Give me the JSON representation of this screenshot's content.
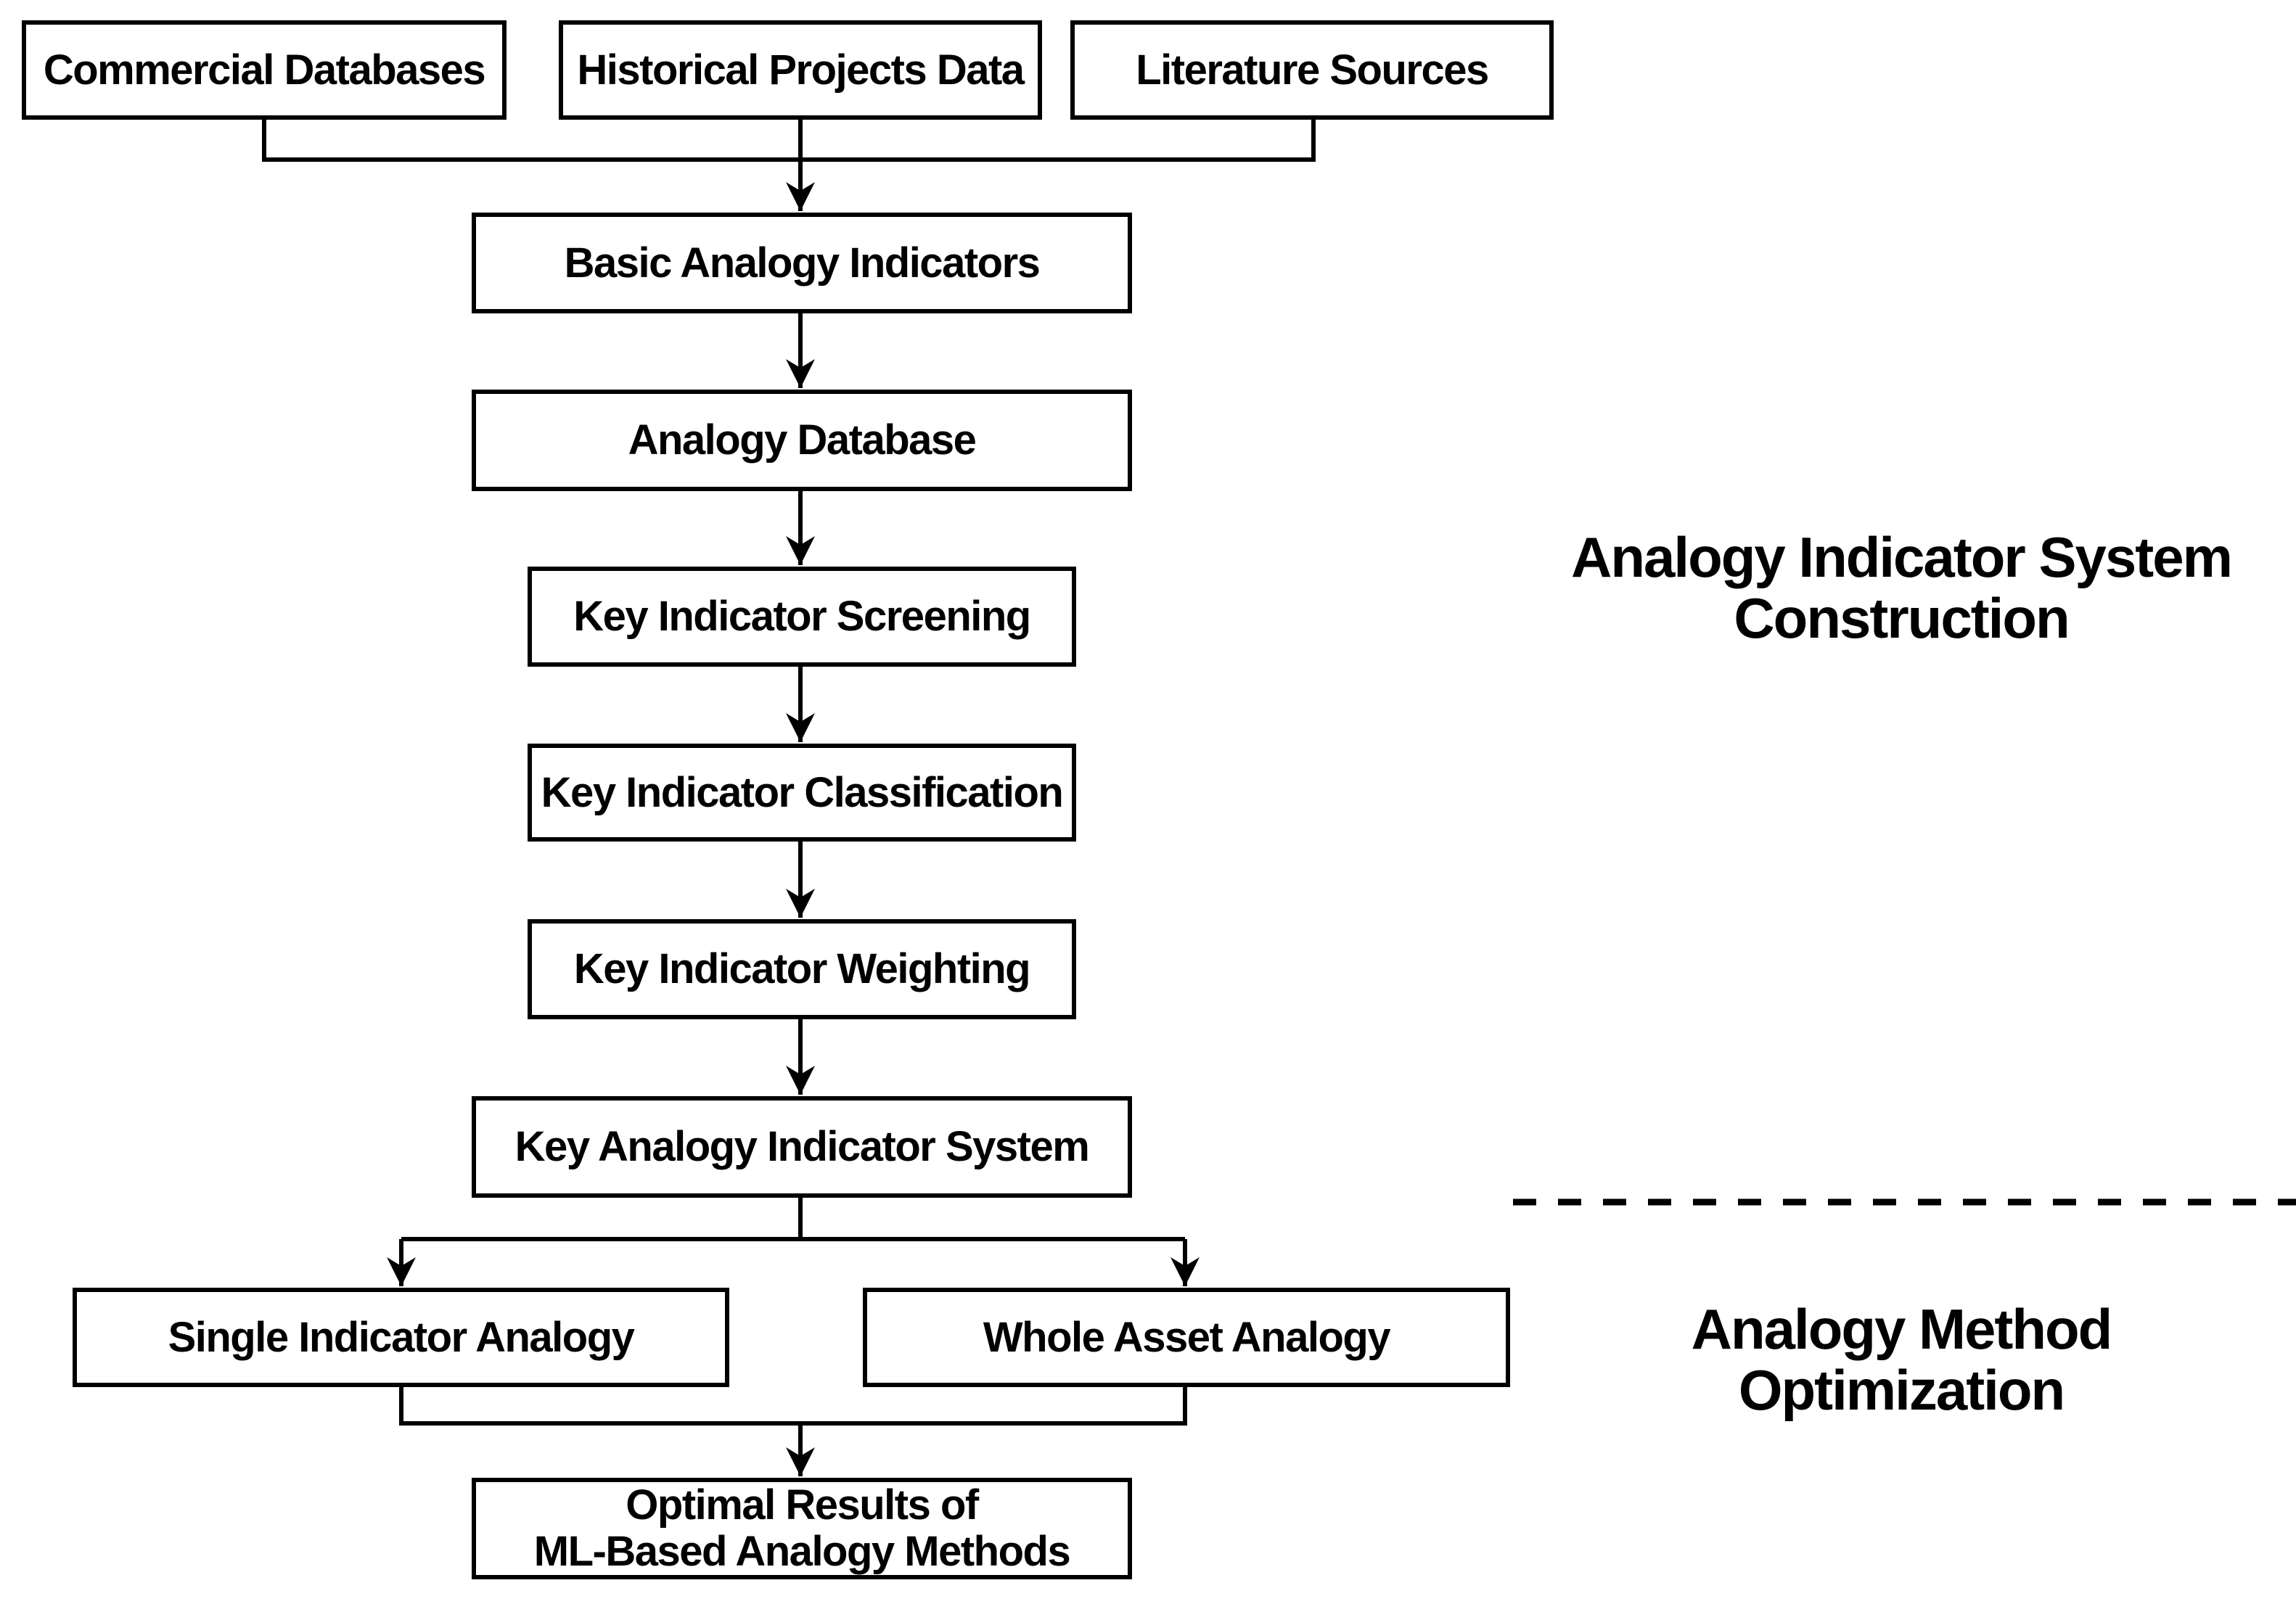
{
  "diagram": {
    "sources": [
      {
        "label": "Commercial Databases"
      },
      {
        "label": "Historical Projects Data"
      },
      {
        "label": "Literature Sources"
      }
    ],
    "pipeline": [
      "Basic Analogy Indicators",
      "Analogy Database",
      "Key Indicator Screening",
      "Key Indicator Classification",
      "Key Indicator Weighting",
      "Key Analogy Indicator System"
    ],
    "branches": [
      "Single Indicator Analogy",
      "Whole Asset Analogy"
    ],
    "result": {
      "line1": "Optimal Results of",
      "line2": "ML-Based Analogy Methods"
    },
    "sections": {
      "construction": {
        "line1": "Analogy Indicator System",
        "line2": "Construction"
      },
      "optimization": {
        "line1": "Analogy Method",
        "line2": "Optimization"
      }
    },
    "colors": {
      "background": "#ffffff",
      "box_fill": "#ffffff",
      "box_border": "#000000",
      "line": "#000000",
      "text": "#000000"
    }
  }
}
